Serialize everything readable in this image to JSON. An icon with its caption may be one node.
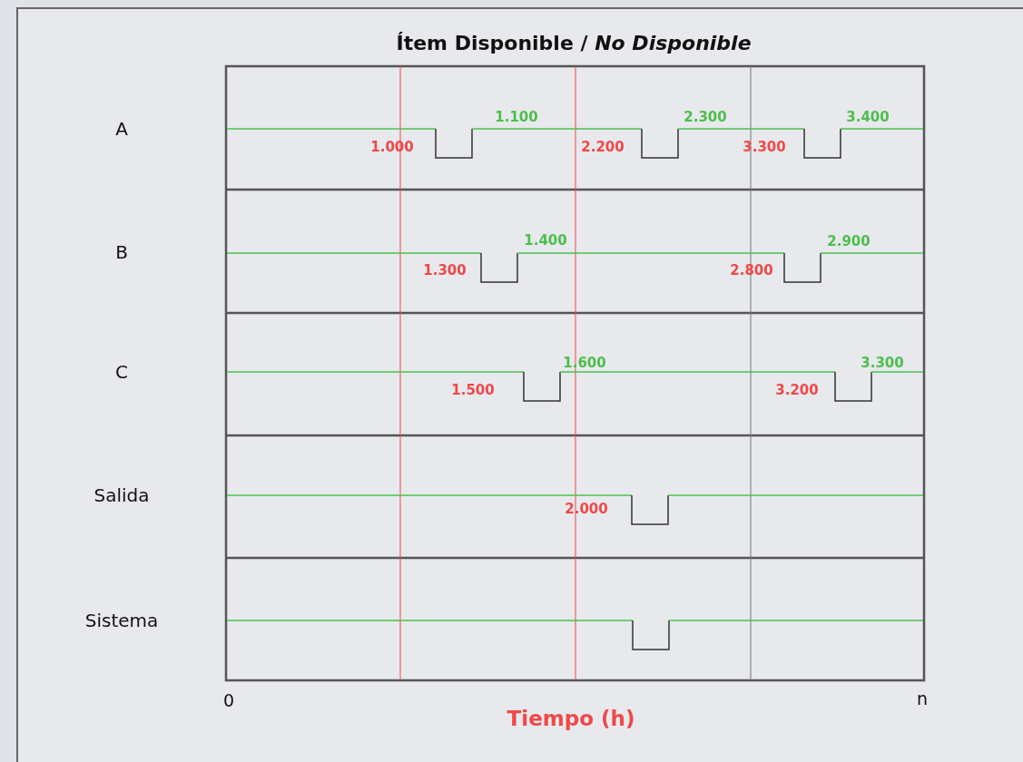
{
  "diagram": {
    "title": "Ítem Disponible / *No Disponible*",
    "labels": [
      "A",
      "1.100",
      "2.300",
      "3.400",
      "1.000",
      "2.200",
      "3.300",
      "B",
      "1.400",
      "2.900",
      "1.300",
      "2.800",
      "C",
      "1.600",
      "3.300",
      "1.500",
      "3.200",
      "Salida",
      "2.000",
      "Sistema",
      "0",
      "n",
      "Tiempo (h)"
    ]
  }
}
